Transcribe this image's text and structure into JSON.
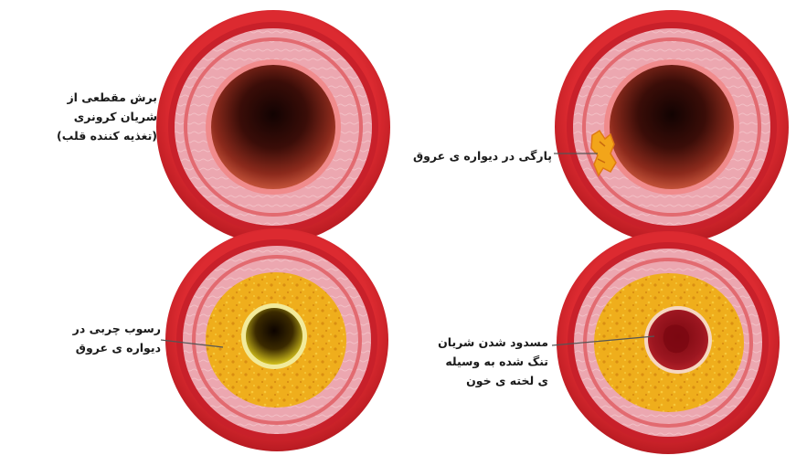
{
  "panels": [
    {
      "id": "normal-artery",
      "lines": [
        "برش مقطعی از",
        "شریان کرونری",
        "(تغذیه کننده قلب)"
      ]
    },
    {
      "id": "wall-tear",
      "lines": [
        "پارگی در دیواره ی عروق"
      ]
    },
    {
      "id": "fatty-deposit",
      "lines": [
        "رسوب چربی در",
        "دیواره ی عروق"
      ]
    },
    {
      "id": "blocked-artery",
      "lines": [
        "مسدود شدن شریان",
        "تنگ شده به وسیله",
        "ی لخته ی خون"
      ]
    }
  ],
  "colors": {
    "outer_wall": "#d8282e",
    "outer_wall_dark": "#b51c24",
    "middle_layer": "#eaa7b0",
    "inner_layer": "#f08b8c",
    "lumen_dark": "#1a0604",
    "lumen_red": "#a53a2a",
    "plaque_yellow": "#f2b21e",
    "plaque_orange": "#e39a16",
    "clot": "#8f0f18",
    "callout_line": "#555555"
  }
}
